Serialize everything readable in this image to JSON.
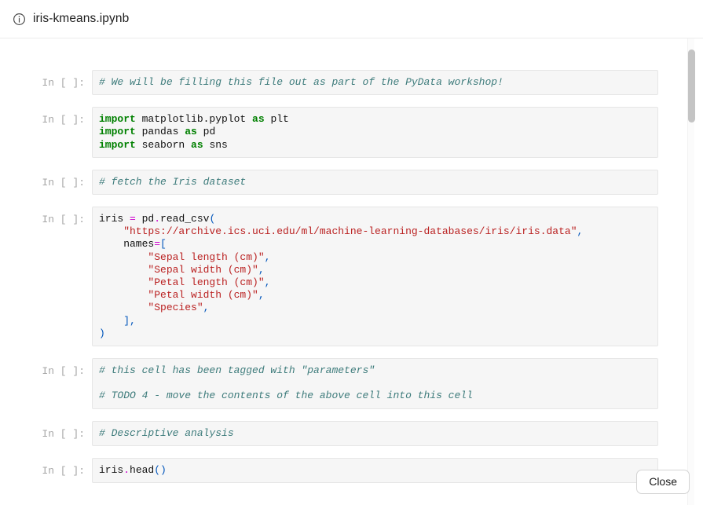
{
  "header": {
    "icon": "info-icon",
    "title": "iris-kmeans.ipynb"
  },
  "notebook": {
    "prompt_label": "In [ ]:",
    "cells": [
      {
        "id": "cell-1",
        "prompt": "In [ ]:",
        "lines": [
          [
            {
              "t": "comment",
              "s": "# We will be filling this file out as part of the PyData workshop!"
            }
          ]
        ]
      },
      {
        "id": "cell-2",
        "prompt": "In [ ]:",
        "lines": [
          [
            {
              "t": "keyword",
              "s": "import"
            },
            {
              "t": "name",
              "s": " matplotlib.pyplot "
            },
            {
              "t": "keyword",
              "s": "as"
            },
            {
              "t": "name",
              "s": " plt"
            }
          ],
          [
            {
              "t": "keyword",
              "s": "import"
            },
            {
              "t": "name",
              "s": " pandas "
            },
            {
              "t": "keyword",
              "s": "as"
            },
            {
              "t": "name",
              "s": " pd"
            }
          ],
          [
            {
              "t": "keyword",
              "s": "import"
            },
            {
              "t": "name",
              "s": " seaborn "
            },
            {
              "t": "keyword",
              "s": "as"
            },
            {
              "t": "name",
              "s": " sns"
            }
          ]
        ]
      },
      {
        "id": "cell-3",
        "prompt": "In [ ]:",
        "lines": [
          [
            {
              "t": "comment",
              "s": "# fetch the Iris dataset"
            }
          ]
        ]
      },
      {
        "id": "cell-4",
        "prompt": "In [ ]:",
        "lines": [
          [
            {
              "t": "name",
              "s": "iris "
            },
            {
              "t": "op",
              "s": "="
            },
            {
              "t": "name",
              "s": " pd"
            },
            {
              "t": "op",
              "s": "."
            },
            {
              "t": "name",
              "s": "read_csv"
            },
            {
              "t": "punct",
              "s": "("
            }
          ],
          [
            {
              "t": "string",
              "s": "    \"https://archive.ics.uci.edu/ml/machine-learning-databases/iris/iris.data\""
            },
            {
              "t": "punct",
              "s": ","
            }
          ],
          [
            {
              "t": "name",
              "s": "    names"
            },
            {
              "t": "op",
              "s": "="
            },
            {
              "t": "punct",
              "s": "["
            }
          ],
          [
            {
              "t": "string",
              "s": "        \"Sepal length (cm)\""
            },
            {
              "t": "punct",
              "s": ","
            }
          ],
          [
            {
              "t": "string",
              "s": "        \"Sepal width (cm)\""
            },
            {
              "t": "punct",
              "s": ","
            }
          ],
          [
            {
              "t": "string",
              "s": "        \"Petal length (cm)\""
            },
            {
              "t": "punct",
              "s": ","
            }
          ],
          [
            {
              "t": "string",
              "s": "        \"Petal width (cm)\""
            },
            {
              "t": "punct",
              "s": ","
            }
          ],
          [
            {
              "t": "string",
              "s": "        \"Species\""
            },
            {
              "t": "punct",
              "s": ","
            }
          ],
          [
            {
              "t": "punct",
              "s": "    ],"
            }
          ],
          [
            {
              "t": "punct",
              "s": ")"
            }
          ]
        ]
      },
      {
        "id": "cell-5",
        "prompt": "In [ ]:",
        "lines": [
          [
            {
              "t": "comment",
              "s": "# this cell has been tagged with \"parameters\""
            }
          ],
          [
            {
              "t": "name",
              "s": ""
            }
          ],
          [
            {
              "t": "comment",
              "s": "# TODO 4 - move the contents of the above cell into this cell"
            }
          ]
        ]
      },
      {
        "id": "cell-6",
        "prompt": "In [ ]:",
        "lines": [
          [
            {
              "t": "comment",
              "s": "# Descriptive analysis"
            }
          ]
        ]
      },
      {
        "id": "cell-7",
        "prompt": "In [ ]:",
        "lines": [
          [
            {
              "t": "name",
              "s": "iris"
            },
            {
              "t": "op",
              "s": "."
            },
            {
              "t": "name",
              "s": "head"
            },
            {
              "t": "punct",
              "s": "()"
            }
          ]
        ]
      }
    ]
  },
  "footer": {
    "close_label": "Close"
  },
  "colors": {
    "comment": "#3d7b7b",
    "keyword": "#008000",
    "string": "#ba2121",
    "operator": "#cc00cc",
    "punctuation": "#0055bb",
    "cell_background": "#f6f6f6",
    "prompt": "#a6a6a6"
  }
}
